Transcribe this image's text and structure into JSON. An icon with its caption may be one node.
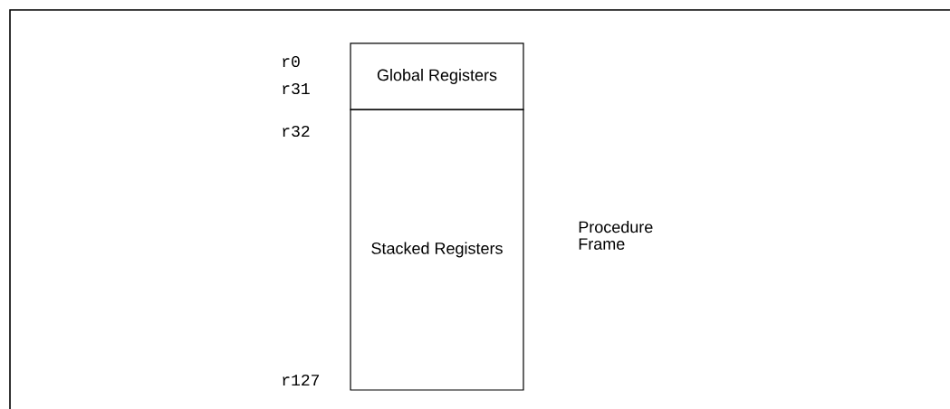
{
  "diagram": {
    "nodes": [
      {
        "text": [
          "Global Registers"
        ]
      },
      {
        "text": [
          "Stacked Registers"
        ]
      }
    ],
    "labels": [
      "r0",
      "r31",
      "r32",
      "Procedure Frame",
      "r127"
    ]
  }
}
